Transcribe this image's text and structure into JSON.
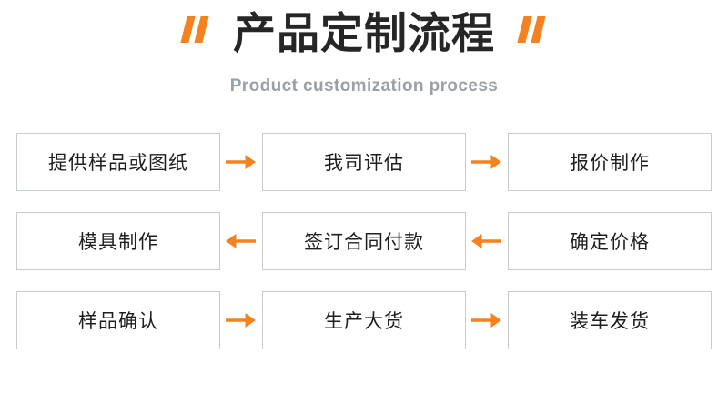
{
  "header": {
    "title": "产品定制流程",
    "subtitle": "Product customization process",
    "quote_left_icon": "quote-mark-icon",
    "quote_right_icon": "quote-mark-icon"
  },
  "colors": {
    "accent_orange": "#f5821f",
    "title_dark": "#262626",
    "subtitle_gray": "#9aa0a6",
    "box_border": "#c6cbd0",
    "box_text": "#1f1f1f",
    "background": "#ffffff"
  },
  "flow": {
    "rows": [
      {
        "direction": "right",
        "arrow_icon": "arrow-right-icon",
        "nodes": [
          {
            "label": "提供样品或图纸"
          },
          {
            "label": "我司评估"
          },
          {
            "label": "报价制作"
          }
        ]
      },
      {
        "direction": "left",
        "arrow_icon": "arrow-left-icon",
        "nodes": [
          {
            "label": "模具制作"
          },
          {
            "label": "签订合同付款"
          },
          {
            "label": "确定价格"
          }
        ]
      },
      {
        "direction": "right",
        "arrow_icon": "arrow-right-icon",
        "nodes": [
          {
            "label": "样品确认"
          },
          {
            "label": "生产大货"
          },
          {
            "label": "装车发货"
          }
        ]
      }
    ]
  }
}
